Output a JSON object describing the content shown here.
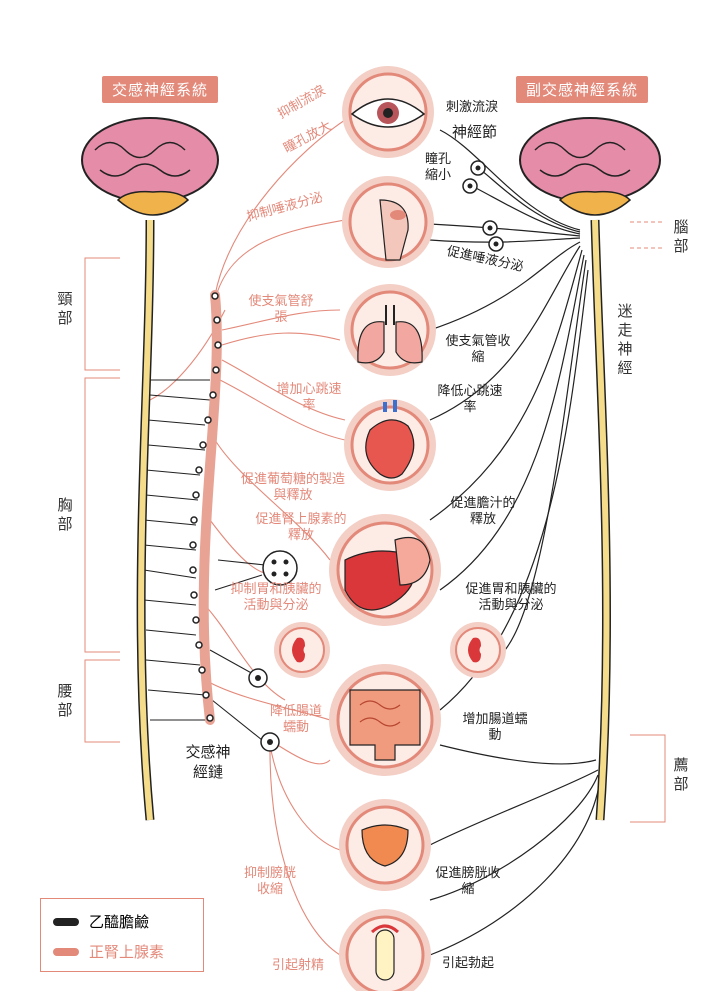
{
  "titles": {
    "sympathetic": "交感神經系統",
    "parasympathetic": "副交感神經系統"
  },
  "colors": {
    "sympathetic": "#e3897a",
    "parasympathetic": "#222222",
    "brain": "#e58ca8",
    "organ_ring": "#f3cfc6",
    "spine": "#f5dc8a"
  },
  "regions_left": {
    "neck": "頸部",
    "chest": "胸部",
    "lumbar": "腰部"
  },
  "regions_right": {
    "brain": "腦部",
    "vagus": "迷走神經",
    "sacral": "薦部"
  },
  "sympathetic_labels": {
    "eye_tear": "抑制流淚",
    "eye_pupil": "瞳孔放大",
    "saliva": "抑制唾液分泌",
    "bronchi": "使支氣管舒張",
    "heart": "增加心跳速率",
    "glucose": "促進葡萄糖的製造與釋放",
    "adrenal": "促進腎上腺素的釋放",
    "stomach": "抑制胃和胰臟的活動與分泌",
    "intestine": "降低腸道蠕動",
    "bladder": "抑制膀胱收縮",
    "ejaculation": "引起射精",
    "chain": "交感神經鏈"
  },
  "parasympathetic_labels": {
    "tear": "刺激流淚",
    "ganglion": "神經節",
    "pupil": "瞳孔縮小",
    "saliva": "促進唾液分泌",
    "bronchi": "使支氣管收縮",
    "heart": "降低心跳速率",
    "bile": "促進膽汁的釋放",
    "stomach": "促進胃和胰臟的活動與分泌",
    "intestine": "增加腸道蠕動",
    "bladder": "促進膀胱收縮",
    "erection": "引起勃起"
  },
  "legend": {
    "acetylcholine": "乙醯膽鹼",
    "epinephrine": "正腎上腺素"
  }
}
